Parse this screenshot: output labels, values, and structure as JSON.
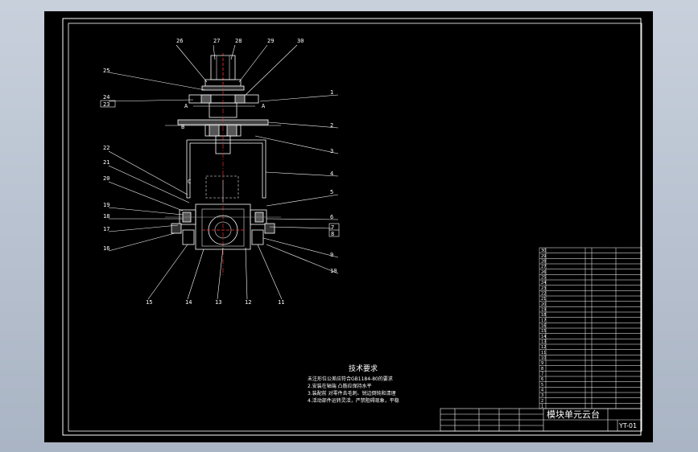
{
  "sheet": {
    "tech_title": "技术要求",
    "tech_notes": [
      "未注形位公差应符合GB1184-80的要求",
      "2.安装在轴端 凸筋应保持水平",
      "3.装配前 对零件去毛刺、锐边倒钝和清理",
      "4.活动部件运转灵活，严禁阻碍现象，平稳"
    ],
    "title_block": {
      "drawing_title": "模块单元云台",
      "drawing_no": "YT-01"
    },
    "balloons_left": [
      "26",
      "27",
      "28",
      "29",
      "30",
      "25",
      "24",
      "23",
      "22",
      "21",
      "20",
      "19",
      "18",
      "17",
      "16"
    ],
    "balloons_right": [
      "1",
      "2",
      "3",
      "4",
      "5",
      "6",
      "7",
      "8",
      "9",
      "10"
    ],
    "balloons_bottom": [
      "15",
      "14",
      "13",
      "12",
      "11"
    ],
    "section_marks": [
      "A",
      "A",
      "B",
      "C"
    ],
    "parts_rows": [
      "30",
      "29",
      "28",
      "27",
      "26",
      "25",
      "24",
      "23",
      "22",
      "21",
      "20",
      "19",
      "18",
      "17",
      "16",
      "15",
      "14",
      "13",
      "12",
      "11",
      "10",
      "9",
      "8",
      "7",
      "6",
      "5",
      "4",
      "3",
      "2",
      "1"
    ]
  }
}
